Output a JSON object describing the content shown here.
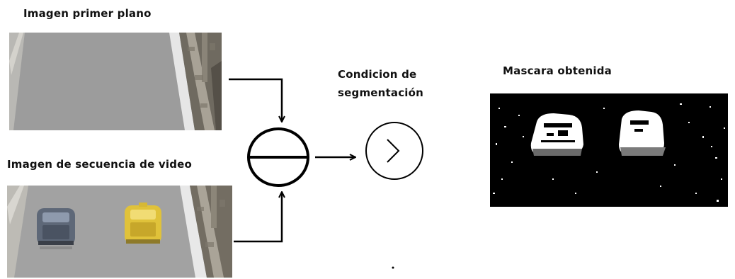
{
  "labels": {
    "foreground_image": "Imagen primer plano",
    "video_sequence_image": "Imagen de secuencia de video",
    "segmentation_condition_line1": "Condicion de",
    "segmentation_condition_line2": "segmentación",
    "obtained_mask": "Mascara obtenida"
  },
  "icons": {
    "subtract_operator": "minus-in-circle-icon",
    "compare_operator": "greater-than-in-circle-icon"
  },
  "colors": {
    "road": "#9a9a9a",
    "mask_background": "#000000",
    "car_gray": "#5e6878",
    "car_yellow": "#e0c23a"
  }
}
